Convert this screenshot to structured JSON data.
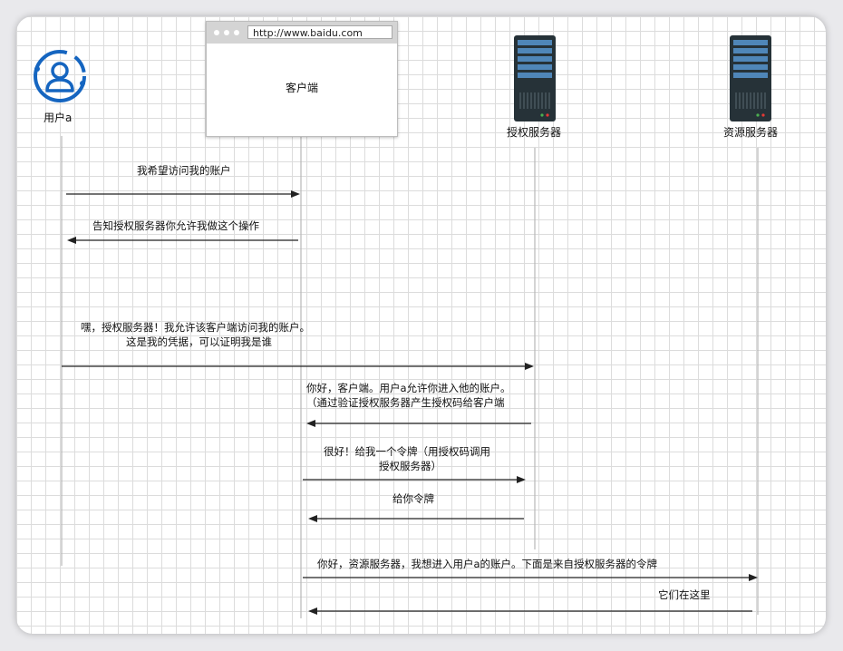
{
  "participants": {
    "user": "用户a",
    "client": "客户端",
    "client_url": "http://www.baidu.com",
    "auth_server": "授权服务器",
    "resource_server": "资源服务器"
  },
  "messages": [
    {
      "id": "m1",
      "lines": [
        "我希望访问我的账户"
      ],
      "from": "user",
      "to": "client"
    },
    {
      "id": "m2",
      "lines": [
        "告知授权服务器你允许我做这个操作"
      ],
      "from": "client",
      "to": "user"
    },
    {
      "id": "m3",
      "lines": [
        "嘿，授权服务器！我允许该客户端访问我的账户。",
        "这是我的凭据，可以证明我是谁"
      ],
      "from": "user",
      "to": "auth_server"
    },
    {
      "id": "m4",
      "lines": [
        "你好，客户端。用户a允许你进入他的账户。",
        "（通过验证授权服务器产生授权码给客户端"
      ],
      "from": "auth_server",
      "to": "client"
    },
    {
      "id": "m5",
      "lines": [
        "很好！给我一个令牌（用授权码调用",
        "授权服务器）"
      ],
      "from": "client",
      "to": "auth_server"
    },
    {
      "id": "m6",
      "lines": [
        "给你令牌"
      ],
      "from": "auth_server",
      "to": "client"
    },
    {
      "id": "m7",
      "lines": [
        "你好，资源服务器，我想进入用户a的账户。下面是来自授权服务器的令牌"
      ],
      "from": "client",
      "to": "resource_server"
    },
    {
      "id": "m8",
      "lines": [
        "它们在这里"
      ],
      "from": "resource_server",
      "to": "client"
    }
  ],
  "colors": {
    "user_icon": "#1565c0",
    "server_body": "#263238",
    "server_accent": "#4f86b8",
    "arrow": "#222222",
    "lifeline": "#b8b8b8"
  }
}
